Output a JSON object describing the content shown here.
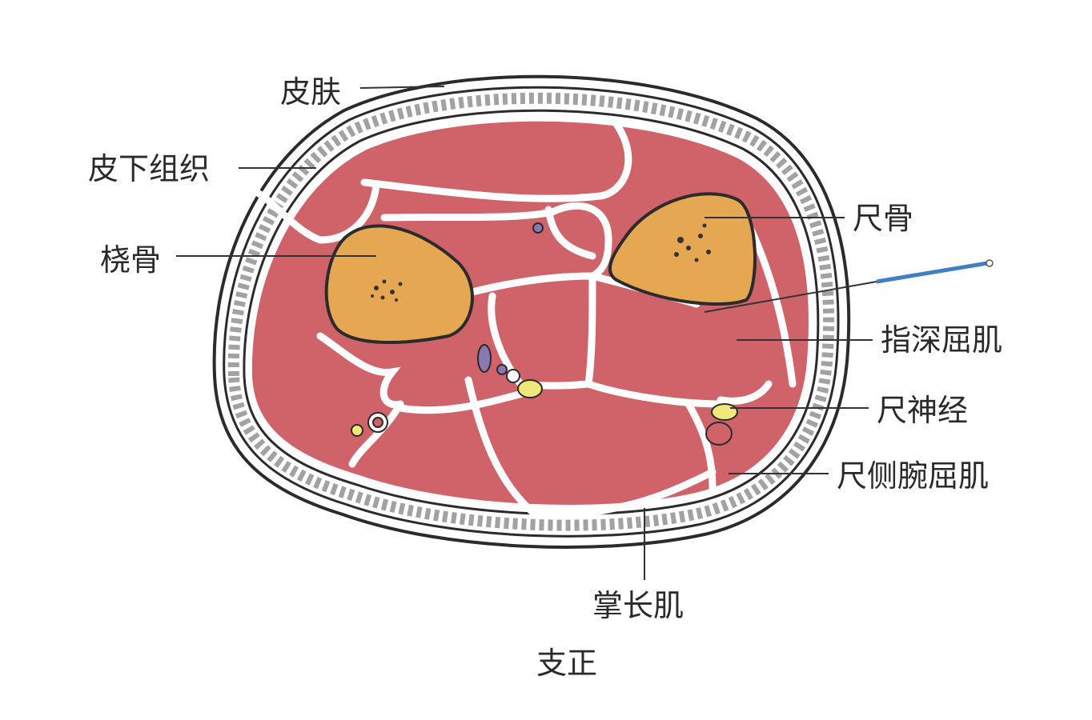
{
  "title": "支正",
  "labels": {
    "skin": "皮肤",
    "subcutaneous": "皮下组织",
    "radius": "桡骨",
    "ulna": "尺骨",
    "fdp": "指深屈肌",
    "ulnar_nerve": "尺神经",
    "fcu": "尺侧腕屈肌",
    "palmaris_longus": "掌长肌"
  },
  "colors": {
    "muscle": "#d0636a",
    "bone": "#e6a752",
    "fascia": "#ffffff",
    "outline": "#2b2b2b",
    "nerve": "#efe87a",
    "vein": "#8a78b0",
    "needle": "#3f7fc6"
  }
}
